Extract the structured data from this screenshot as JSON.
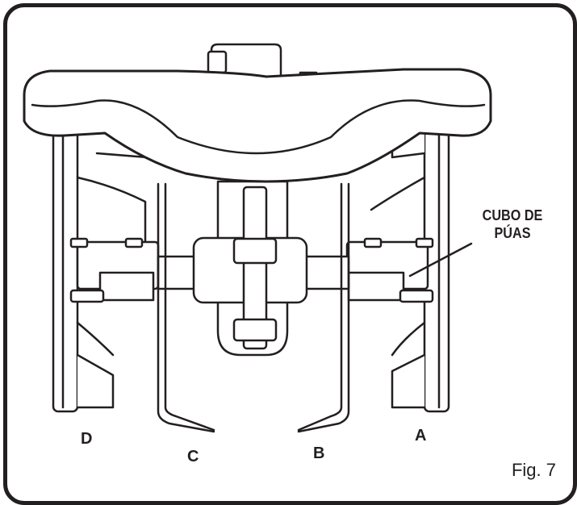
{
  "figure": {
    "caption": "Fig. 7"
  },
  "callout": {
    "line1": "CUBO DE",
    "line2": "PÚAS"
  },
  "tine_labels": {
    "a": "A",
    "b": "B",
    "c": "C",
    "d": "D"
  },
  "colors": {
    "ink": "#231f20",
    "paper": "#ffffff"
  }
}
